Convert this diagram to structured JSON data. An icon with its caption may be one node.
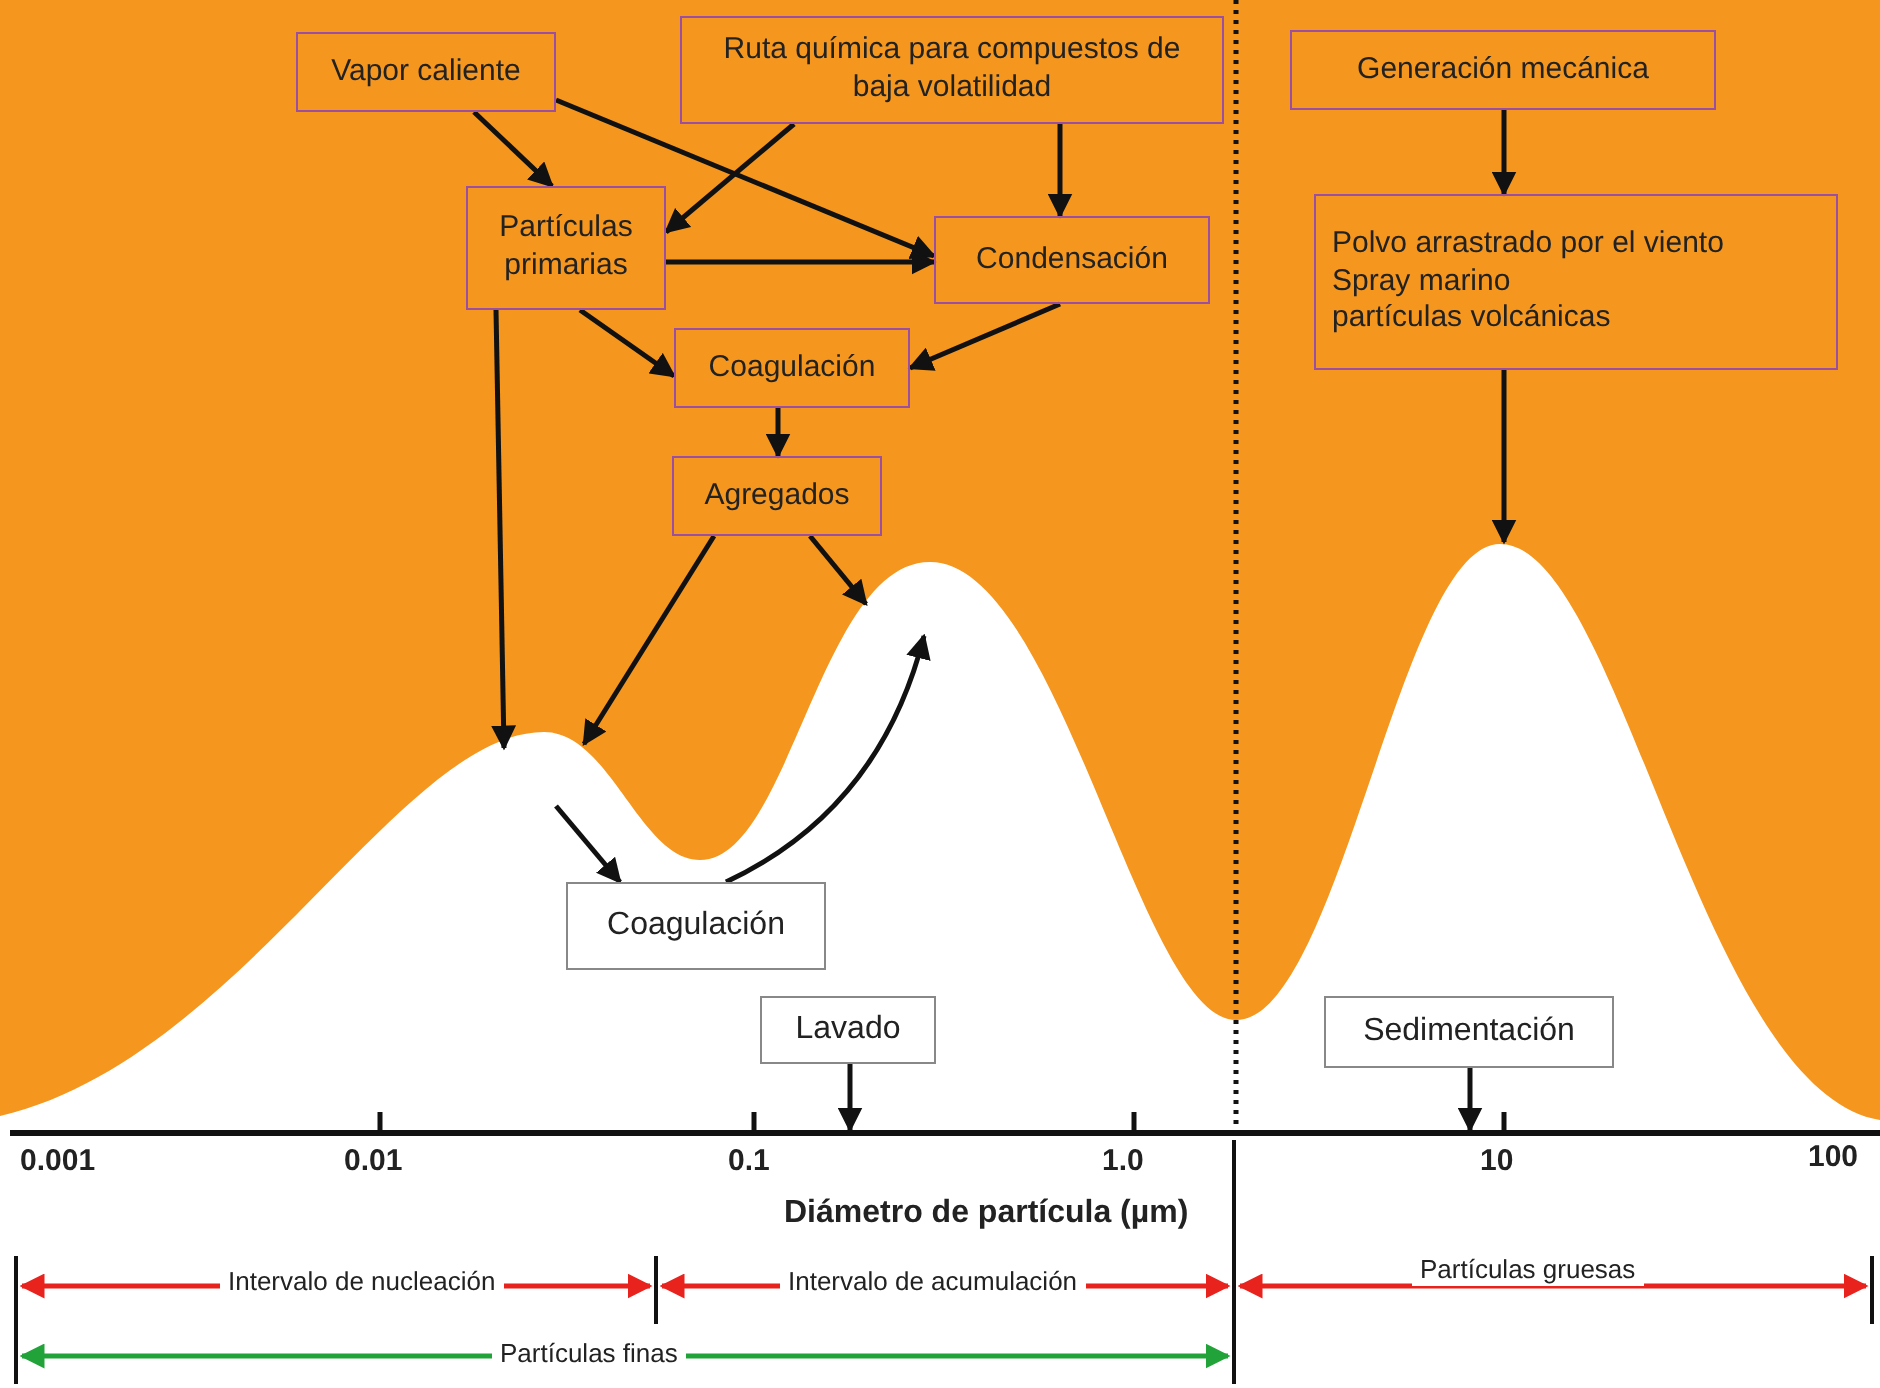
{
  "diagram": {
    "nodes": [
      {
        "text": [
          "Vapor caliente"
        ]
      },
      {
        "text": [
          "Ruta química para compuestos de baja volatilidad"
        ]
      },
      {
        "text": [
          "Partículas primarias"
        ]
      },
      {
        "text": [
          "Condensación"
        ]
      },
      {
        "text": [
          "Coagulación"
        ]
      },
      {
        "text": [
          "Agregados"
        ]
      },
      {
        "text": [
          "Generación mecánica"
        ]
      },
      {
        "text": [
          "Polvo arrastrado por el viento",
          "Spray marino",
          "partículas volcánicas"
        ]
      },
      {
        "text": [
          "Coagulación"
        ]
      },
      {
        "text": [
          "Lavado"
        ]
      },
      {
        "text": [
          "Sedimentación"
        ]
      },
      {
        "text": [],
        "shape": "bar"
      }
    ],
    "edges": [
      {
        "from": 0,
        "to": 2,
        "arrow": "to"
      },
      {
        "from": 0,
        "to": 3,
        "arrow": "to"
      },
      {
        "from": 1,
        "to": 2,
        "arrow": "to"
      },
      {
        "from": 1,
        "to": 3,
        "arrow": "to"
      },
      {
        "from": 2,
        "to": 3,
        "arrow": "to"
      },
      {
        "from": 2,
        "to": 4,
        "arrow": "to"
      },
      {
        "from": 3,
        "to": 4,
        "arrow": "to"
      },
      {
        "from": 4,
        "to": 5,
        "arrow": "to"
      },
      {
        "from": 2,
        "to": null,
        "arrow": "to"
      },
      {
        "from": 5,
        "to": null,
        "arrow": "to"
      },
      {
        "from": 5,
        "to": null,
        "arrow": "to"
      },
      {
        "from": null,
        "to": 8,
        "arrow": "to"
      },
      {
        "from": 8,
        "to": null,
        "arrow": "to"
      },
      {
        "from": 6,
        "to": 7,
        "arrow": "to"
      },
      {
        "from": 7,
        "to": null,
        "arrow": "to"
      },
      {
        "from": 9,
        "to": 11,
        "arrow": "to"
      },
      {
        "from": 10,
        "to": 11,
        "arrow": "to"
      }
    ],
    "labels": [
      "0.001",
      "0.01",
      "0.1",
      "1.0",
      "10",
      "100",
      "Diámetro de partícula (µm)",
      "Intervalo de nucleación",
      "Intervalo de acumulación",
      "Partículas gruesas",
      "Partículas finas"
    ]
  }
}
